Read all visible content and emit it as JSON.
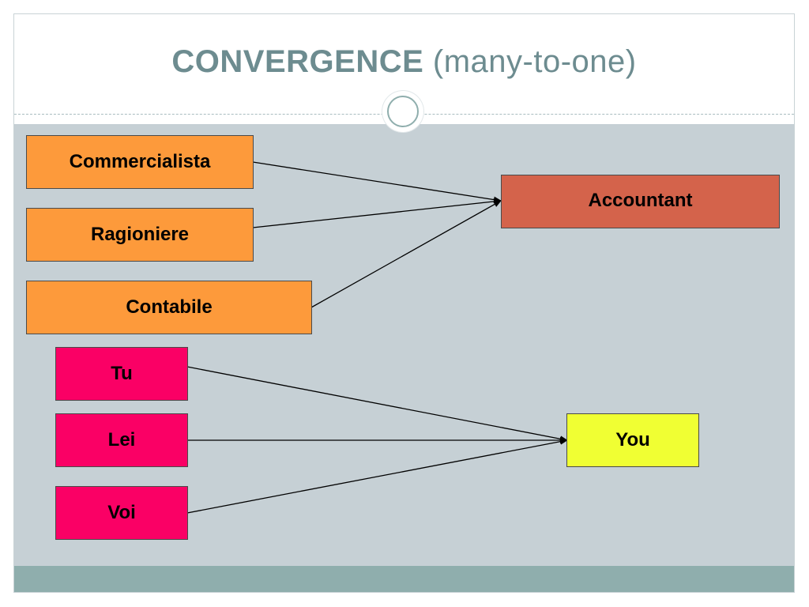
{
  "slide": {
    "title_main": "CONVERGENCE",
    "title_sub": "(many-to-one)"
  },
  "colors": {
    "title": "#6d8c90",
    "content_bg": "#c6d0d5",
    "footer_bg": "#8faead",
    "orange": "#fd9a3b",
    "red_brown": "#d4634b",
    "pink": "#fa0065",
    "yellow": "#f0ff33"
  },
  "diagram": {
    "groups": [
      {
        "sources": [
          "Commercialista",
          "Ragioniere",
          "Contabile"
        ],
        "target": "Accountant"
      },
      {
        "sources": [
          "Tu",
          "Lei",
          "Voi"
        ],
        "target": "You"
      }
    ]
  }
}
